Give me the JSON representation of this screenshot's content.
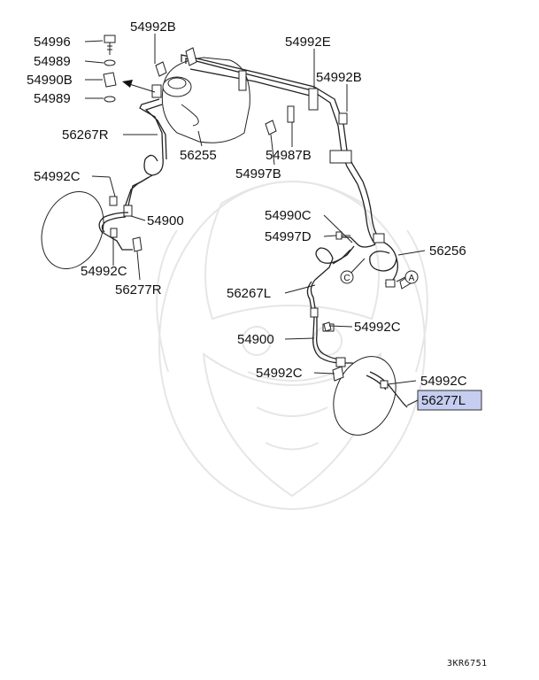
{
  "labels": {
    "p54996": "54996",
    "p54989a": "54989",
    "p54990B": "54990B",
    "p54989b": "54989",
    "p54992B_top": "54992B",
    "p54992E": "54992E",
    "p54992B_right": "54992B",
    "p56267R": "56267R",
    "p56255": "56255",
    "p54987B": "54987B",
    "p54997B": "54997B",
    "p54992C_left_top": "54992C",
    "p54900_left": "54900",
    "p54992C_left_bottom": "54992C",
    "p56277R": "56277R",
    "p54990C": "54990C",
    "p54997D": "54997D",
    "p56256": "56256",
    "p56267L": "56267L",
    "p54900_mid": "54900",
    "p54992C_mid": "54992C",
    "p54992C_lower": "54992C",
    "p54992C_right": "54992C",
    "p56277L": "56277L",
    "marker_c": "C",
    "marker_a": "A"
  },
  "highlight_color": "#c5cdf0",
  "diagram_code": "3KR6751"
}
